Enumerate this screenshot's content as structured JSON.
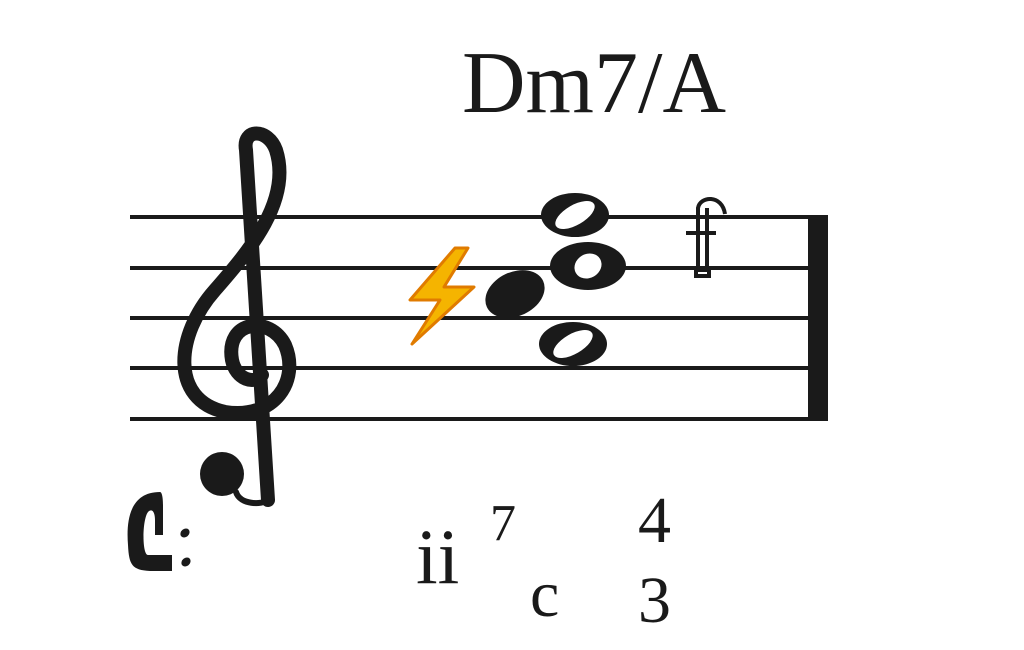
{
  "chord_symbol": "Dm7/A",
  "roman_numeral": {
    "numeral": "ii",
    "seventh": "7",
    "inversion": "c"
  },
  "figured_bass": {
    "upper": "4",
    "lower": "3"
  },
  "staff": {
    "clef": "treble-clef-icon",
    "notes": [
      "filled-notehead",
      "whole-note",
      "whole-note",
      "whole-note"
    ],
    "barline": "final-barline"
  },
  "colors": {
    "ink": "#1a1a1a",
    "lightning": "#f5b400",
    "lightning_edge": "#e07b00"
  }
}
